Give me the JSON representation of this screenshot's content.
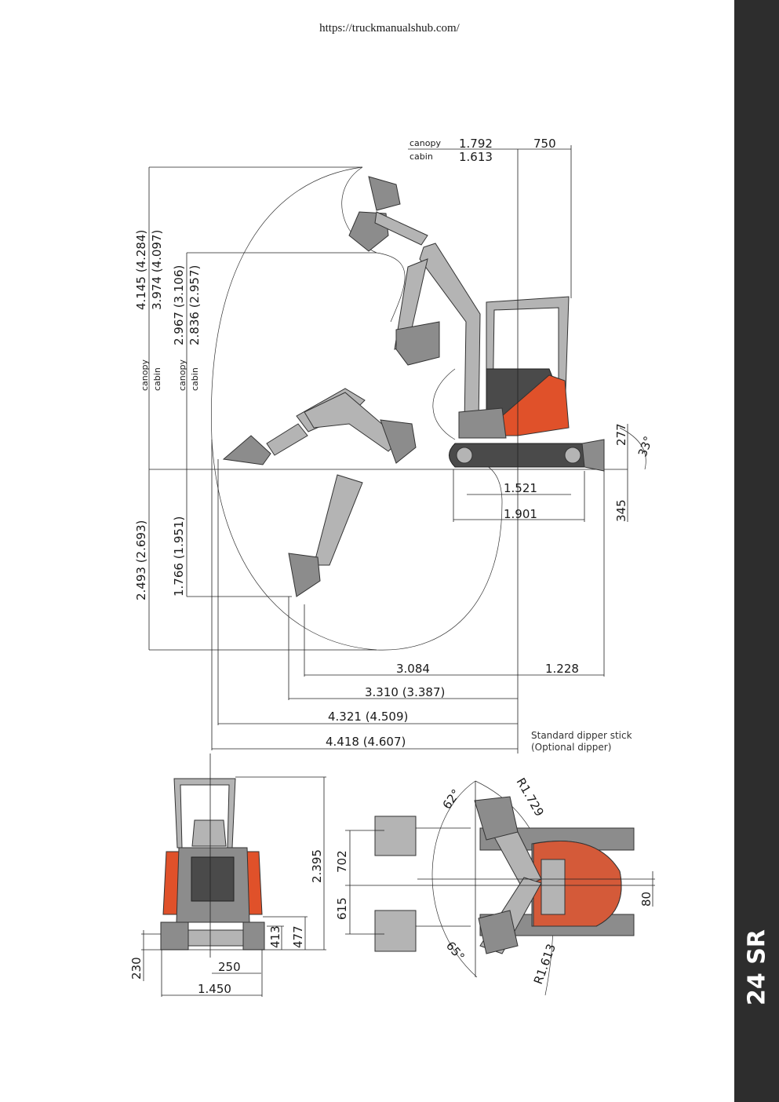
{
  "header": {
    "url": "https://truckmanualshub.com/"
  },
  "sidebar": {
    "model": "24 SR"
  },
  "colors": {
    "machine_orange": "#e0512a",
    "machine_grey": "#8c8c8c",
    "sidebar_bg": "#2d2d2d"
  },
  "side_view": {
    "canopy_label": "canopy",
    "cabin_label": "cabin",
    "top_canopy": "1.792",
    "top_cabin": "1.613",
    "top_right": "750",
    "max_height": "4.145 (4.284)",
    "max_height_cabin": "3.974 (4.097)",
    "dump_height": "2.967 (3.106)",
    "dump_height_cabin": "2.836 (2.957)",
    "dig_depth_vertical": "1.766 (1.951)",
    "dig_depth": "2.493 (2.693)",
    "track_length": "1.521",
    "undercarriage_length": "1.901",
    "blade_up": "277",
    "blade_down": "345",
    "blade_angle": "33°",
    "reach_3084": "3.084",
    "reach_1228": "1.228",
    "reach_3310": "3.310 (3.387)",
    "reach_4321": "4.321 (4.509)",
    "reach_4418": "4.418 (4.607)",
    "note_line1": "Standard dipper stick",
    "note_line2": "(Optional dipper)"
  },
  "front_view": {
    "height": "2.395",
    "d477": "477",
    "d413": "413",
    "d230": "230",
    "d250": "250",
    "width": "1.450"
  },
  "top_view": {
    "angle_left": "62°",
    "angle_right": "65°",
    "radius_1": "R1.729",
    "radius_2": "R1.613",
    "offset_1": "702",
    "offset_2": "615",
    "offset_3": "80"
  }
}
